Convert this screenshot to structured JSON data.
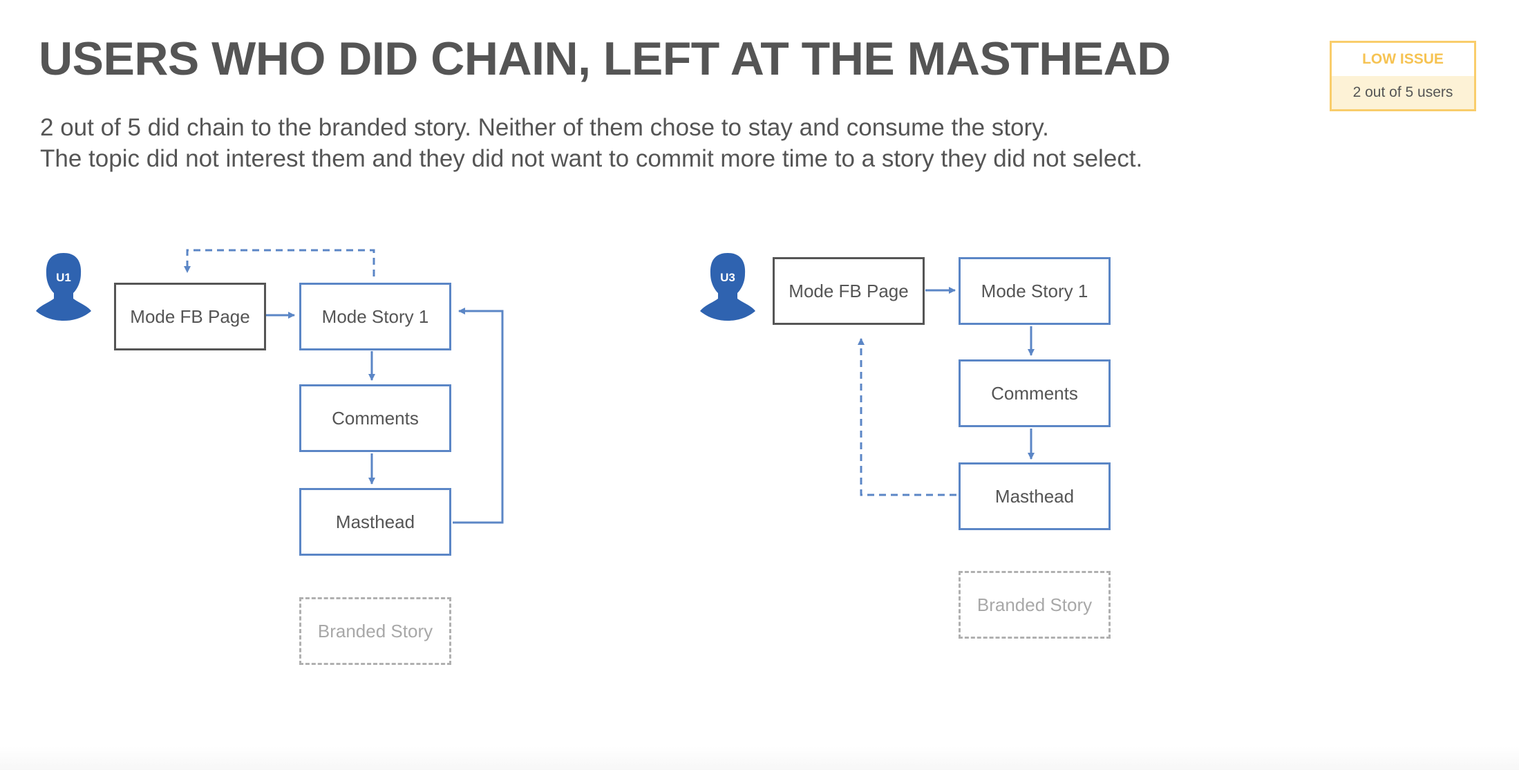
{
  "header": {
    "title": "USERS WHO DID CHAIN, LEFT AT THE MASTHEAD",
    "subtitle_lines": [
      "2 out of 5 did chain to the branded story. Neither of them chose to stay and consume the story.",
      "The topic did not interest them and they did not want to commit more time to a story they did not select."
    ]
  },
  "badge": {
    "severity": "LOW ISSUE",
    "count": "2 out of 5 users",
    "border_color": "#f9cd6b",
    "text_color": "#f6c353",
    "fill_color": "#fdf2d6"
  },
  "colors": {
    "flow_blue": "#5b86c6",
    "avatar_blue": "#2f63b0",
    "start_node": "#555555",
    "ghost_node": "#b0b0b0"
  },
  "flows": [
    {
      "user": "U1",
      "avatar_icon": "user-silhouette-icon",
      "nodes": {
        "fb_page": "Mode FB Page",
        "story": "Mode Story 1",
        "comments": "Comments",
        "masthead": "Masthead",
        "branded": "Branded Story"
      }
    },
    {
      "user": "U3",
      "avatar_icon": "user-silhouette-icon",
      "nodes": {
        "fb_page": "Mode FB Page",
        "story": "Mode Story 1",
        "comments": "Comments",
        "masthead": "Masthead",
        "branded": "Branded Story"
      }
    }
  ]
}
